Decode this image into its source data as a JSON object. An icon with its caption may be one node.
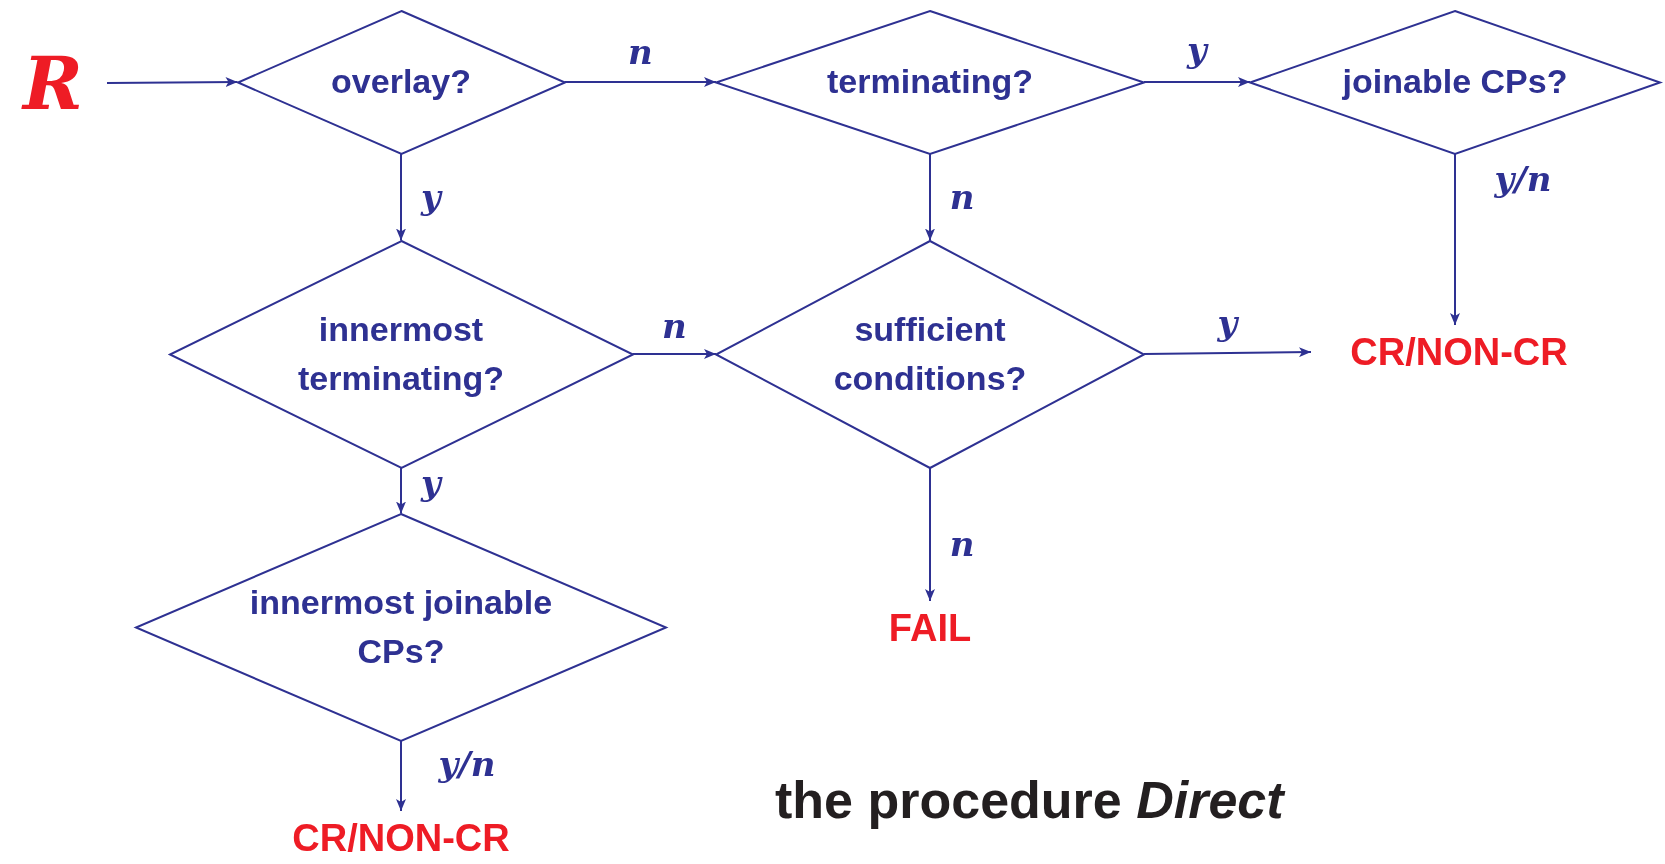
{
  "diagram": {
    "caption": "the procedure *Direct*",
    "nodes": [
      {
        "text": [
          "R"
        ]
      },
      {
        "text": [
          "overlay?"
        ]
      },
      {
        "text": [
          "terminating?"
        ]
      },
      {
        "text": [
          "joinable CPs?"
        ]
      },
      {
        "text": [
          "innermost terminating?"
        ]
      },
      {
        "text": [
          "sufficient conditions?"
        ]
      },
      {
        "text": [
          "CR/NON-CR"
        ]
      },
      {
        "text": [
          "innermost joinable CPs?"
        ]
      },
      {
        "text": [
          "FAIL"
        ]
      },
      {
        "text": [
          "CR/NON-CR"
        ]
      }
    ],
    "edges": [
      {
        "from": 0,
        "to": 1,
        "arrow": "to"
      },
      {
        "from": 1,
        "to": 2,
        "arrow": "to",
        "label": "n"
      },
      {
        "from": 2,
        "to": 3,
        "arrow": "to",
        "label": "y"
      },
      {
        "from": 1,
        "to": 4,
        "arrow": "to",
        "label": "y"
      },
      {
        "from": 2,
        "to": 5,
        "arrow": "to",
        "label": "n"
      },
      {
        "from": 3,
        "to": 6,
        "arrow": "to",
        "label": "y/n"
      },
      {
        "from": 4,
        "to": 5,
        "arrow": "to",
        "label": "n"
      },
      {
        "from": 5,
        "to": 6,
        "arrow": "to",
        "label": "y"
      },
      {
        "from": 4,
        "to": 7,
        "arrow": "to",
        "label": "y"
      },
      {
        "from": 5,
        "to": 8,
        "arrow": "to",
        "label": "n"
      },
      {
        "from": 7,
        "to": 9,
        "arrow": "to",
        "label": "y/n"
      }
    ]
  }
}
